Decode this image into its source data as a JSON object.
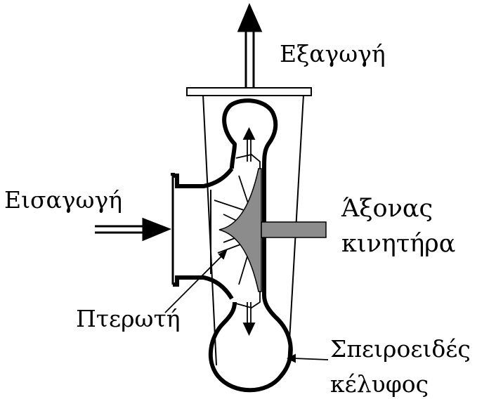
{
  "labels": {
    "outlet": "Εξαγωγή",
    "inlet": "Εισαγωγή",
    "shaft_line1": "Άξονας",
    "shaft_line2": "κινητήρα",
    "impeller": "Πτερωτή",
    "volute_line1": "Σπειροειδές",
    "volute_line2": "κέλυφος"
  },
  "colors": {
    "line": "#000000",
    "shaft_fill": "#8c8c8c",
    "impeller_fill": "#8c8c8c",
    "background": "#ffffff"
  }
}
